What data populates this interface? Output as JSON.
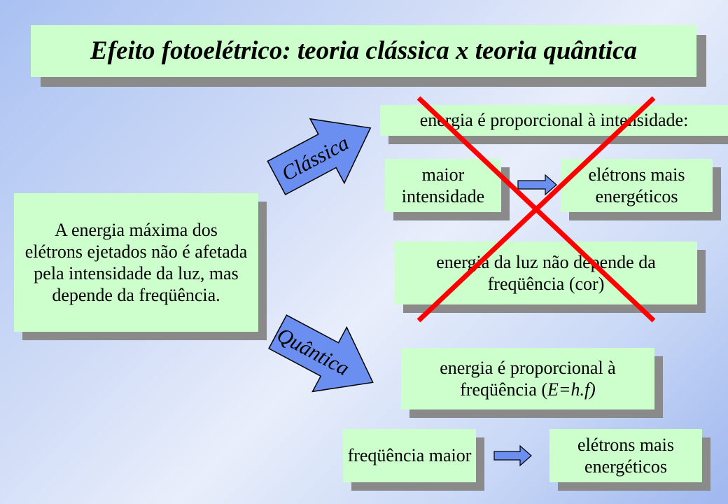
{
  "title": "Efeito fotoelétrico: teoria clássica x teoria quântica",
  "main_box": "A energia máxima dos elétrons ejetados não é afetada pela intensidade da luz, mas depende da freqüência.",
  "classical": {
    "label": "Clássica",
    "statement": "energia é proporcional à intensidade:",
    "cause": "maior intensidade",
    "effect": "elétrons mais energéticos",
    "note": "energia da luz não depende da freqüência (cor)"
  },
  "quantum": {
    "label": "Quântica",
    "statement_text": "energia é proporcional à freqüência (",
    "formula": "E=h.f)",
    "cause": "freqüência maior",
    "effect": "elétrons mais energéticos"
  },
  "colors": {
    "box_fill": "#ccffcc",
    "arrow_fill": "#6b8ff0",
    "cross": "#ff0000",
    "shadow": "#8a8a8a"
  }
}
